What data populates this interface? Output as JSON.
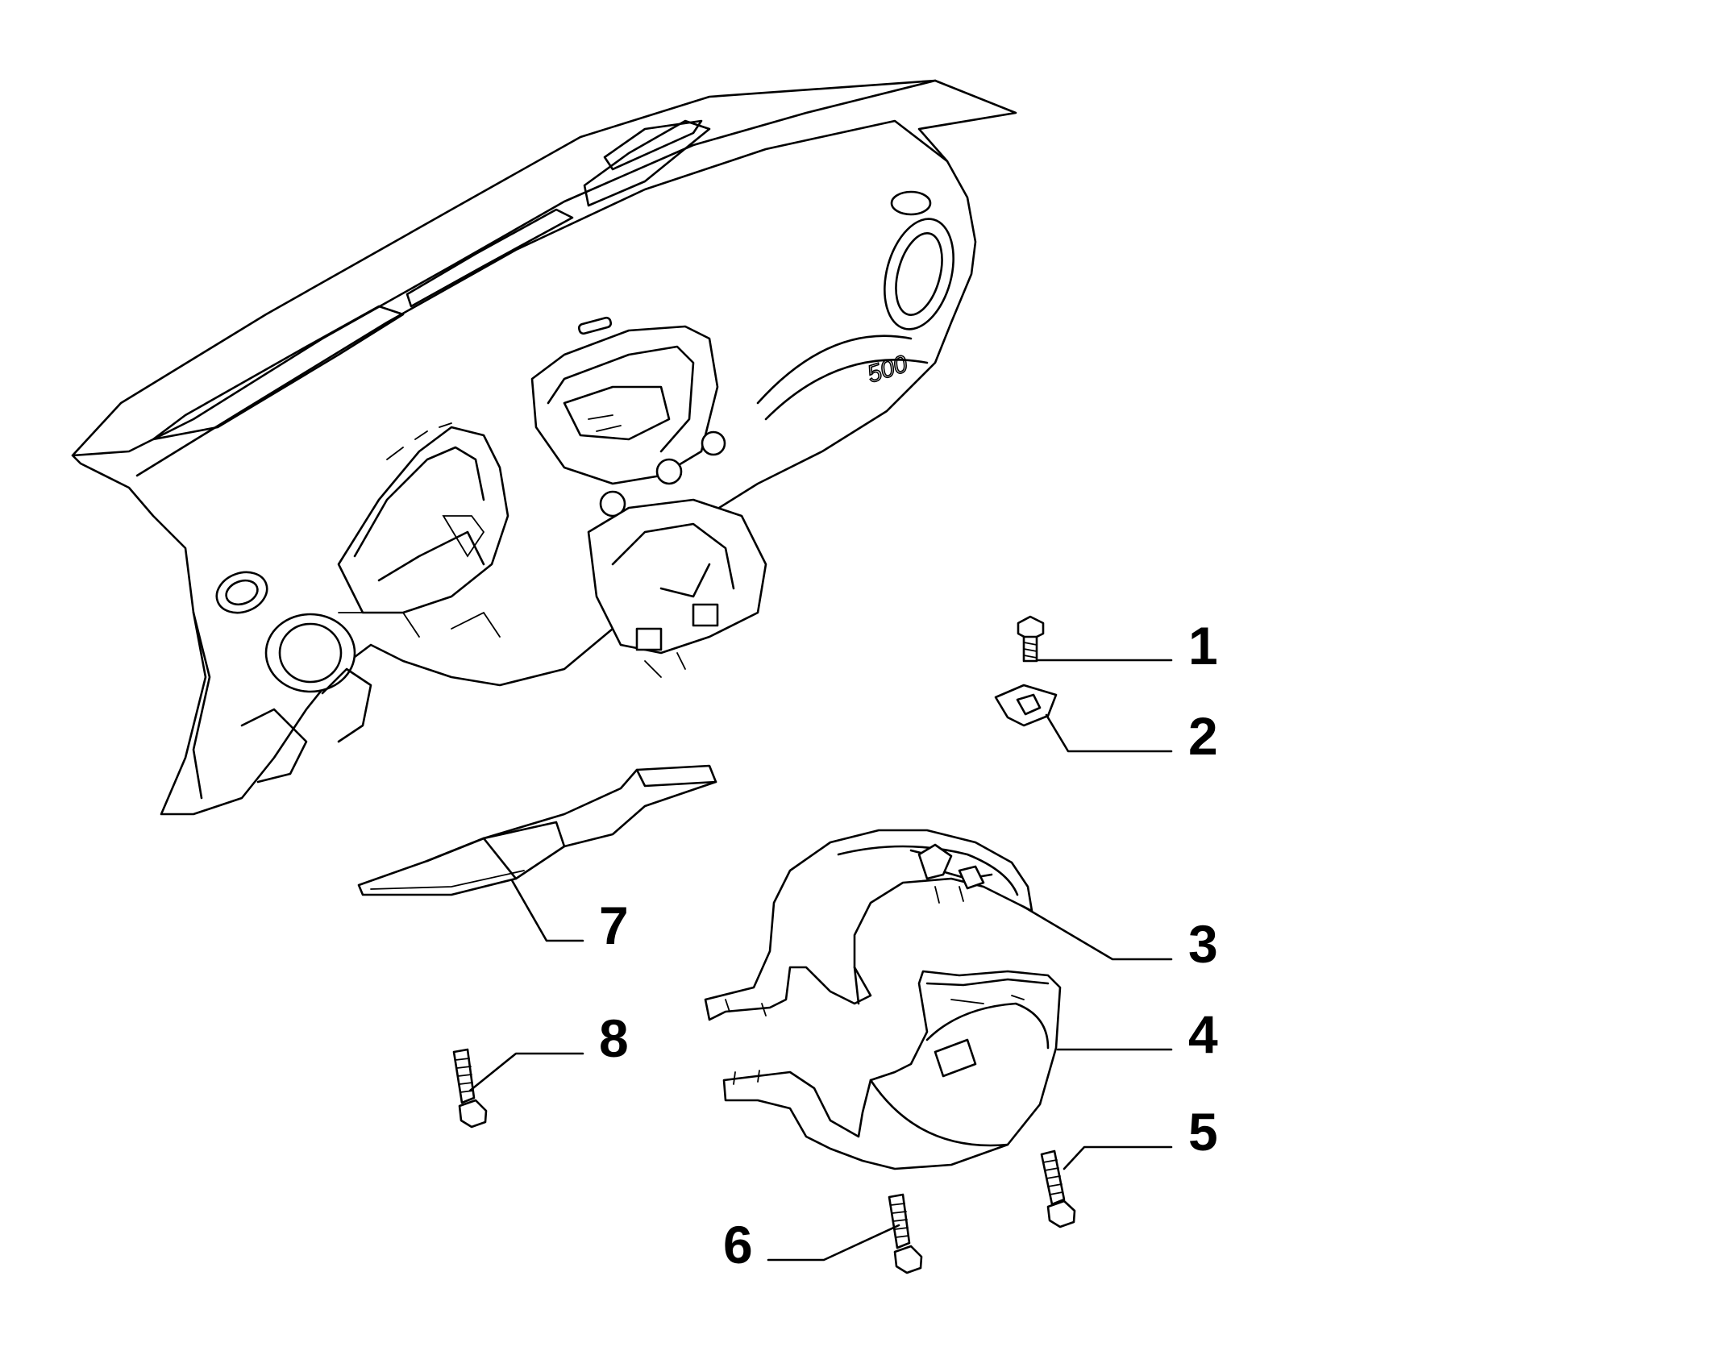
{
  "callouts": [
    {
      "id": "1",
      "label": "1"
    },
    {
      "id": "2",
      "label": "2"
    },
    {
      "id": "3",
      "label": "3"
    },
    {
      "id": "4",
      "label": "4"
    },
    {
      "id": "5",
      "label": "5"
    },
    {
      "id": "6",
      "label": "6"
    },
    {
      "id": "7",
      "label": "7"
    },
    {
      "id": "8",
      "label": "8"
    }
  ],
  "dashboard": {
    "badge_text": "500"
  }
}
